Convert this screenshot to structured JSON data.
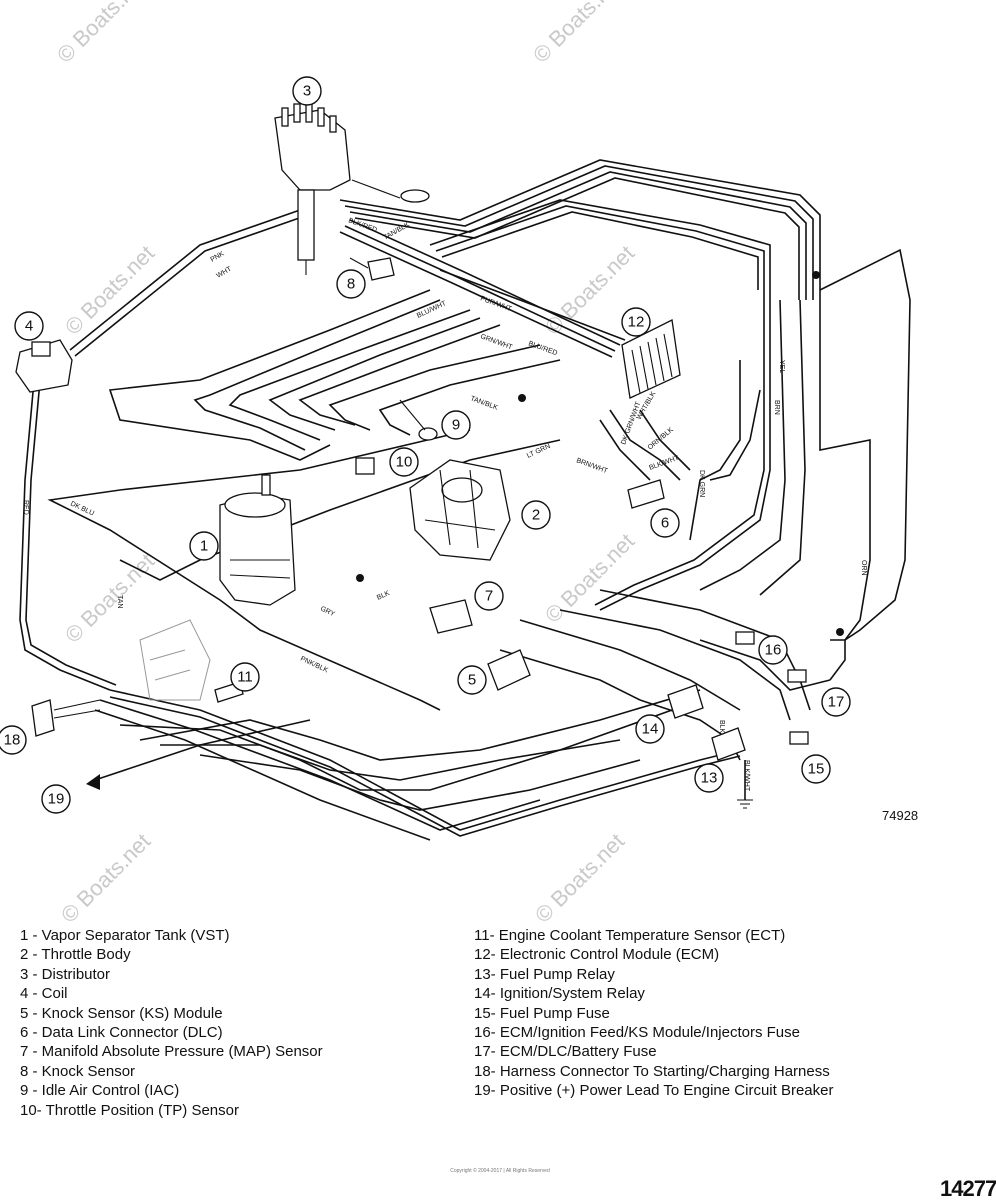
{
  "watermark": "© Boats.net",
  "figure_number": "74928",
  "page_number": "14277",
  "copyright": "Copyright © 2004-2017 | All Rights Reserved",
  "callouts": [
    "1",
    "2",
    "3",
    "4",
    "5",
    "6",
    "7",
    "8",
    "9",
    "10",
    "11",
    "12",
    "13",
    "14",
    "15",
    "16",
    "17",
    "18",
    "19"
  ],
  "wire_labels": [
    "PNK",
    "WHT",
    "RED",
    "DK BLU",
    "TAN",
    "BLK",
    "GRY",
    "LT GRN",
    "ORN",
    "YEL",
    "BRN",
    "PUR/WHT",
    "TAN/BLK",
    "BLK/RED",
    "BLU/WHT",
    "GRN/WHT",
    "BLU/RED",
    "TAN/BLK",
    "DK GRN/WHT",
    "BLK/WHT",
    "ORN/BLK",
    "PNK/BLK",
    "BLK/YEL",
    "BRN/WHT",
    "WHT/BLK",
    "DK GRN",
    "BLK/WHT"
  ],
  "legend_left": [
    "1  - Vapor Separator Tank (VST)",
    "2  - Throttle Body",
    "3  - Distributor",
    "4  - Coil",
    "5  - Knock Sensor (KS) Module",
    "6  - Data Link Connector (DLC)",
    "7  - Manifold Absolute Pressure (MAP) Sensor",
    "8  - Knock Sensor",
    "9  - Idle Air Control (IAC)",
    "10- Throttle Position (TP) Sensor"
  ],
  "legend_right": [
    "11- Engine Coolant Temperature Sensor (ECT)",
    "12- Electronic Control Module (ECM)",
    "13- Fuel Pump Relay",
    "14- Ignition/System  Relay",
    "15- Fuel Pump Fuse",
    "16- ECM/Ignition Feed/KS Module/Injectors Fuse",
    "17- ECM/DLC/Battery Fuse",
    "18- Harness Connector To Starting/Charging Harness",
    "19-  Positive (+) Power Lead To Engine Circuit Breaker"
  ]
}
